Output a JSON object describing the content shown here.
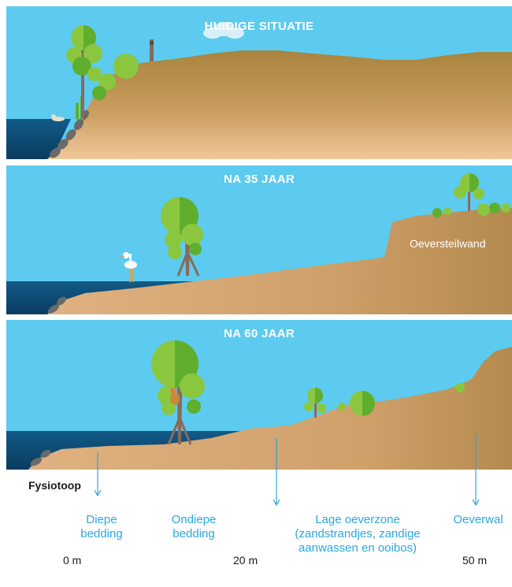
{
  "panels": [
    {
      "title": "HUIDIGE SITUATIE"
    },
    {
      "title": "NA 35 JAAR",
      "wall_label": "Oeversteilwand"
    },
    {
      "title": "NA 60 JAAR"
    }
  ],
  "legend": {
    "heading": "Fysiotoop",
    "zones": [
      {
        "line1": "Diepe",
        "line2": "bedding",
        "line3": ""
      },
      {
        "line1": "Ondiepe",
        "line2": "bedding",
        "line3": ""
      },
      {
        "line1": "Lage oeverzone",
        "line2": "(zandstrandjes, zandige",
        "line3": "aanwassen en ooibos)"
      },
      {
        "line1": "Oeverwal",
        "line2": "",
        "line3": ""
      }
    ]
  },
  "distance_ticks": [
    "0 m",
    "20 m",
    "50 m"
  ],
  "colors": {
    "sky": "#5ccbef",
    "water": "#0e4d78",
    "sand": "#deb07f",
    "earth": "#b48a4e",
    "tree_light": "#8ac73f",
    "tree_dark": "#5fae2e",
    "trunk": "#8a6a5a",
    "rock": "#6a6a6a",
    "accent": "#2aa8dc"
  }
}
